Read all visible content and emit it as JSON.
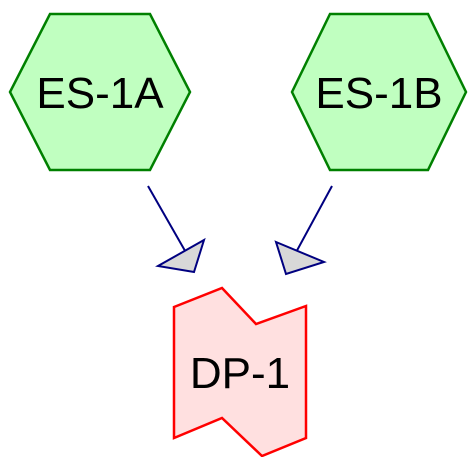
{
  "diagram": {
    "nodes": [
      {
        "id": "es-1a",
        "label": "ES-1A",
        "shape": "hexagon",
        "fill": "#c0ffc0",
        "stroke": "#008000"
      },
      {
        "id": "es-1b",
        "label": "ES-1B",
        "shape": "hexagon",
        "fill": "#c0ffc0",
        "stroke": "#008000"
      },
      {
        "id": "dp-1",
        "label": "DP-1",
        "shape": "wavy-banner",
        "fill": "#ffe0e0",
        "stroke": "#ff0000"
      }
    ],
    "edges": [
      {
        "from": "es-1a",
        "to": "dp-1",
        "color": "#000080",
        "arrowhead": "open-triangle",
        "arrow_fill": "#d8d8d8"
      },
      {
        "from": "es-1b",
        "to": "dp-1",
        "color": "#000080",
        "arrowhead": "open-triangle",
        "arrow_fill": "#d8d8d8"
      }
    ]
  }
}
